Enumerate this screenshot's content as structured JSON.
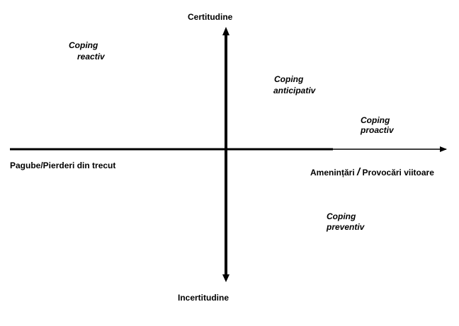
{
  "axes": {
    "top": "Certitudine",
    "bottom": "Incertitudine",
    "left": "Pagube/Pierderi din  trecut",
    "right_part1": "Amenințări ",
    "right_slash": "/",
    "right_part2": " Provocări viitoare"
  },
  "quadrants": {
    "reactive": {
      "line1": "Coping",
      "line2": "reactiv"
    },
    "anticipatory": {
      "line1": "Coping",
      "line2": "anticipativ"
    },
    "proactive": {
      "line1": "Coping",
      "line2": "proactiv"
    },
    "preventive": {
      "line1": "Coping",
      "line2": "preventiv"
    }
  }
}
